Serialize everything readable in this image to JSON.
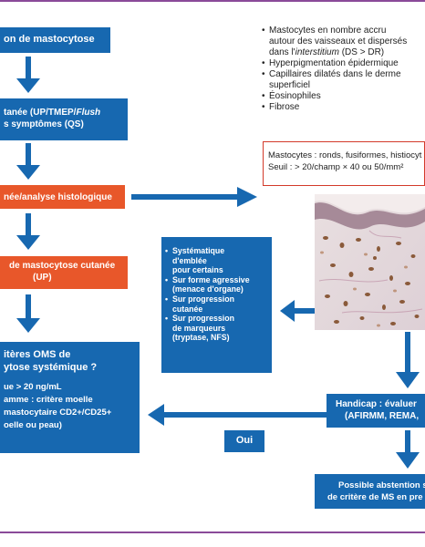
{
  "colors": {
    "blue": "#1768b0",
    "orange": "#e8572a",
    "red_border": "#d33a2a",
    "frame": "#8a4a99"
  },
  "left_flow": {
    "title_box": "on de mastocytose",
    "cutaneous_box": {
      "line1": "tanée (UP/TMEP/",
      "line1_italic": "Flush",
      "line2": "s symptômes (QS)"
    },
    "histology_box": "née/analyse histologique",
    "diagnosis_box": {
      "line1": "de mastocytose cutanée",
      "line2": "(UP)"
    },
    "criteria_box": {
      "line1": "itères OMS de",
      "line2": "ytose systémique ?",
      "line3": "ue > 20 ng/mL",
      "line4": "amme : critère moelle",
      "line5": "mastocytaire CD2+/CD25+",
      "line6": "oelle ou peau)"
    }
  },
  "findings": {
    "items": [
      {
        "line1": "Mastocytes en nombre accru",
        "line2": "autour des vaisseaux et dispersés",
        "line3_prefix": "dans l'",
        "line3_italic": "interstitium",
        "line3_suffix": " (DS > DR)"
      },
      {
        "line1": "Hyperpigmentation épidermique"
      },
      {
        "line1": "Capillaires dilatés dans le derme",
        "line2": "superficiel"
      },
      {
        "line1": "Éosinophiles"
      },
      {
        "line1": "Fibrose"
      }
    ]
  },
  "mastocyte_box": {
    "line1": "Mastocytes : ronds, fusiformes, histiocyt",
    "line2": "Seuil : > 20/champ × 40 ou 50/mm²"
  },
  "monitoring_box": {
    "items": [
      {
        "line1": "Systématique",
        "line2": "d'emblée",
        "line3": "pour certains"
      },
      {
        "line1": "Sur forme agressive",
        "line2": "(menace d'organe)"
      },
      {
        "line1": "Sur progression",
        "line2": "cutanée"
      },
      {
        "line1": "Sur progression",
        "line2": "de marqueurs",
        "line3": "(tryptase, NFS)"
      }
    ]
  },
  "handicap_box": {
    "line1": "Handicap : évaluer",
    "line2": "(AFIRMM, REMA,"
  },
  "oui_label": "Oui",
  "abstention_box": {
    "line1": "Possible abstention su",
    "line2": "de critère de MS en pre"
  }
}
